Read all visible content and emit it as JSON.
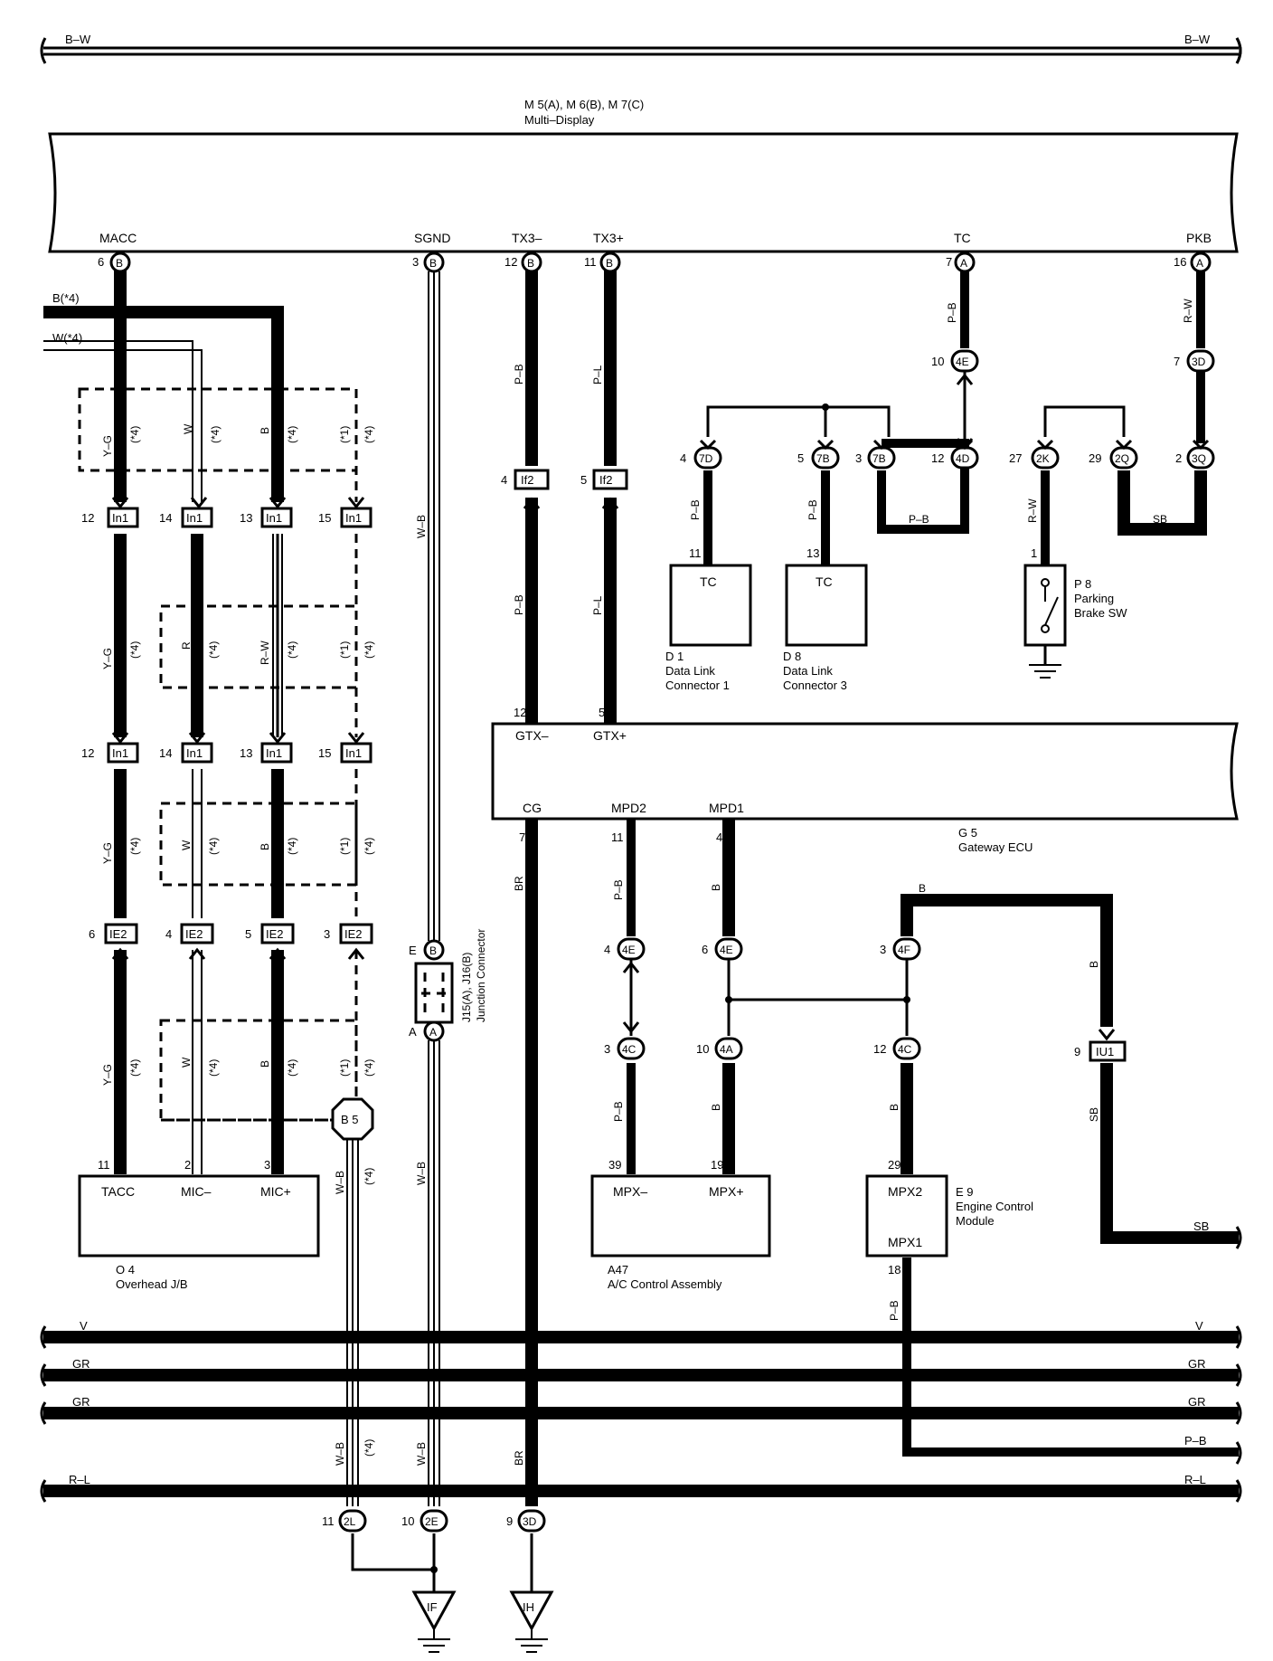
{
  "top_bus": {
    "left_label": "B–W",
    "right_label": "B–W"
  },
  "multi_display": {
    "title_line1": "M 5(A), M 6(B), M 7(C)",
    "title_line2": "Multi–Display",
    "pins": [
      {
        "name": "MACC",
        "num": "6",
        "conn": "B"
      },
      {
        "name": "SGND",
        "num": "3",
        "conn": "B"
      },
      {
        "name": "TX3–",
        "num": "12",
        "conn": "B"
      },
      {
        "name": "TX3+",
        "num": "11",
        "conn": "B"
      },
      {
        "name": "TC",
        "num": "7",
        "conn": "A"
      },
      {
        "name": "PKB",
        "num": "16",
        "conn": "A"
      }
    ]
  },
  "left_inputs": {
    "b4": "B(*4)",
    "w4": "W(*4)"
  },
  "wire_labels": {
    "yg": "Y–G",
    "w": "W",
    "b": "B",
    "r": "R",
    "rw": "R–W",
    "wb": "W–B",
    "pb": "P–B",
    "pl": "P–L",
    "br": "BR",
    "sb": "SB",
    "n1": "(*1)",
    "n4": "(*4)"
  },
  "connectors": {
    "in1": "In1",
    "ie2": "IE2",
    "if2": "If2",
    "iu1": "IU1",
    "c4E": "4E",
    "c3D": "3D",
    "c7D": "7D",
    "c7B": "7B",
    "c4D": "4D",
    "c2K": "2K",
    "c2Q": "2Q",
    "c3Q": "3Q",
    "c4F": "4F",
    "c4C": "4C",
    "c4A": "4A",
    "c2L": "2L",
    "c2E": "2E",
    "B5": "B 5",
    "IF": "IF",
    "IH": "IH"
  },
  "pin_numbers": {
    "in1_row1": [
      "12",
      "14",
      "13",
      "15"
    ],
    "in1_row2": [
      "12",
      "14",
      "13",
      "15"
    ],
    "ie2_row": [
      "6",
      "4",
      "5",
      "3"
    ],
    "if2_left": "4",
    "if2_right": "5",
    "tc_4e": "10",
    "pkb_3d": "7",
    "d7D": "4",
    "d7B": "5",
    "d7B2": "3",
    "d4D": "12",
    "p2K": "27",
    "p2Q": "29",
    "p3Q": "2",
    "dl1": "11",
    "dl3": "13",
    "p8pin": "1",
    "gtx_minus": "12",
    "gtx_plus": "5",
    "cg": "7",
    "mpd2": "11",
    "mpd1": "4",
    "g4E_left": "4",
    "g4E_right": "6",
    "g4F": "3",
    "g4C_left": "3",
    "g4A": "10",
    "g4C_right": "12",
    "giu1": "9",
    "a47_minus": "39",
    "a47_plus": "19",
    "e9_mpx2": "29",
    "e9_mpx1": "18",
    "o4_tacc": "11",
    "o4_mic_minus": "2",
    "o4_mic_plus": "3",
    "b2L": "11",
    "b2E": "10",
    "b3D": "9"
  },
  "data_link_1": {
    "pin": "TC",
    "id": "D 1",
    "name1": "Data Link",
    "name2": "Connector 1"
  },
  "data_link_3": {
    "pin": "TC",
    "id": "D 8",
    "name1": "Data Link",
    "name2": "Connector 3"
  },
  "parking_brake": {
    "id": "P 8",
    "name1": "Parking",
    "name2": "Brake SW"
  },
  "gateway": {
    "pin_gtxm": "GTX–",
    "pin_gtxp": "GTX+",
    "pin_cg": "CG",
    "pin_mpd2": "MPD2",
    "pin_mpd1": "MPD1",
    "id": "G 5",
    "name": "Gateway ECU"
  },
  "junction": {
    "top": "E",
    "top_conn": "B",
    "bottom": "A",
    "bottom_conn": "A",
    "name1": "J15(A), J16(B)",
    "name2": "Junction Connector"
  },
  "overhead_jb": {
    "tacc": "TACC",
    "micm": "MIC–",
    "micp": "MIC+",
    "id": "O 4",
    "name": "Overhead J/B"
  },
  "ac_control": {
    "mpxm": "MPX–",
    "mpxp": "MPX+",
    "id": "A47",
    "name": "A/C Control Assembly"
  },
  "ecm": {
    "mpx2": "MPX2",
    "mpx1": "MPX1",
    "id": "E 9",
    "name1": "Engine Control",
    "name2": "Module"
  },
  "bottom_buses": [
    {
      "left": "V",
      "right": "V"
    },
    {
      "left": "GR",
      "right": "GR"
    },
    {
      "left": "GR",
      "right": "GR"
    },
    {
      "left": "",
      "right": "P–B"
    },
    {
      "left": "R–L",
      "right": "R–L"
    }
  ],
  "sb_out": "SB"
}
